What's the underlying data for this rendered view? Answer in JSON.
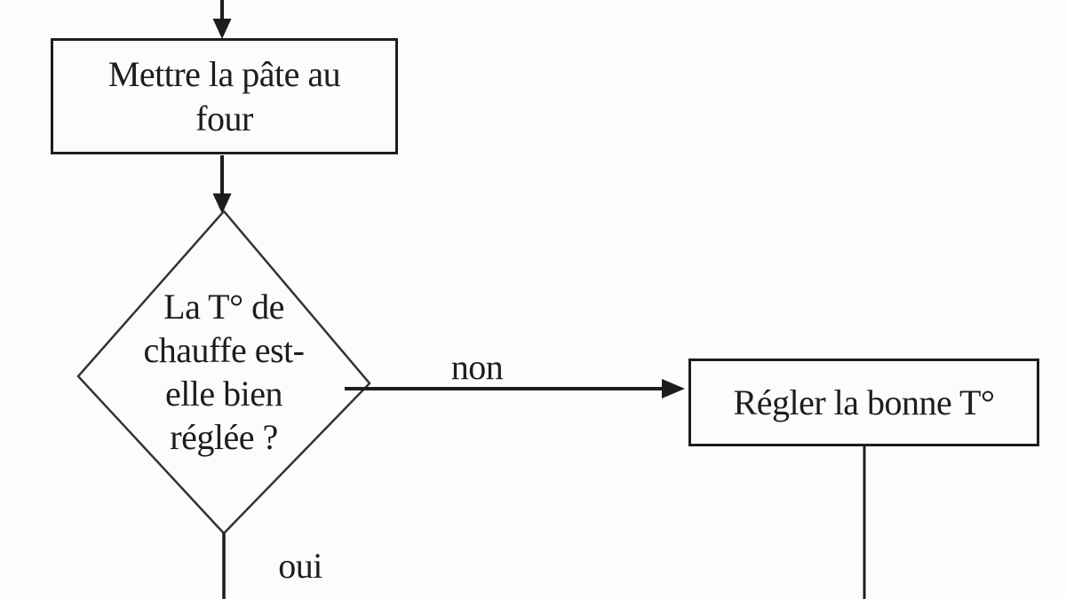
{
  "colors": {
    "background": "#fcfcfc",
    "ink": "#1d1d1d",
    "diamond_stroke": "#333333"
  },
  "flowchart": {
    "process_top": {
      "label": "Mettre la pâte au\nfour"
    },
    "decision": {
      "label": "La T° de\nchauffe est-\nelle bien\nréglée ?"
    },
    "process_right": {
      "label": "Régler la bonne T°"
    },
    "branch_no": {
      "label": "non"
    },
    "branch_yes": {
      "label": "oui"
    }
  }
}
